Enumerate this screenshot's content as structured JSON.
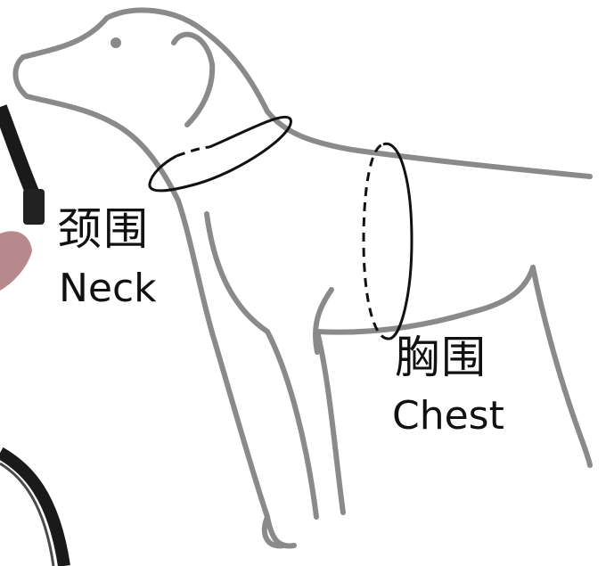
{
  "labels": {
    "neck_cn": "颈围",
    "neck_en": "Neck",
    "chest_cn": "胸围",
    "chest_en": "Chest"
  },
  "colors": {
    "dog_outline": "#8a8a8a",
    "measure_ring": "#111111",
    "harness_strap": "#1a1a1a",
    "harness_pad": "#b8898c"
  },
  "icons": [
    "dog-outline-icon",
    "neck-ring-icon",
    "chest-ring-icon",
    "harness-strap-icon"
  ]
}
